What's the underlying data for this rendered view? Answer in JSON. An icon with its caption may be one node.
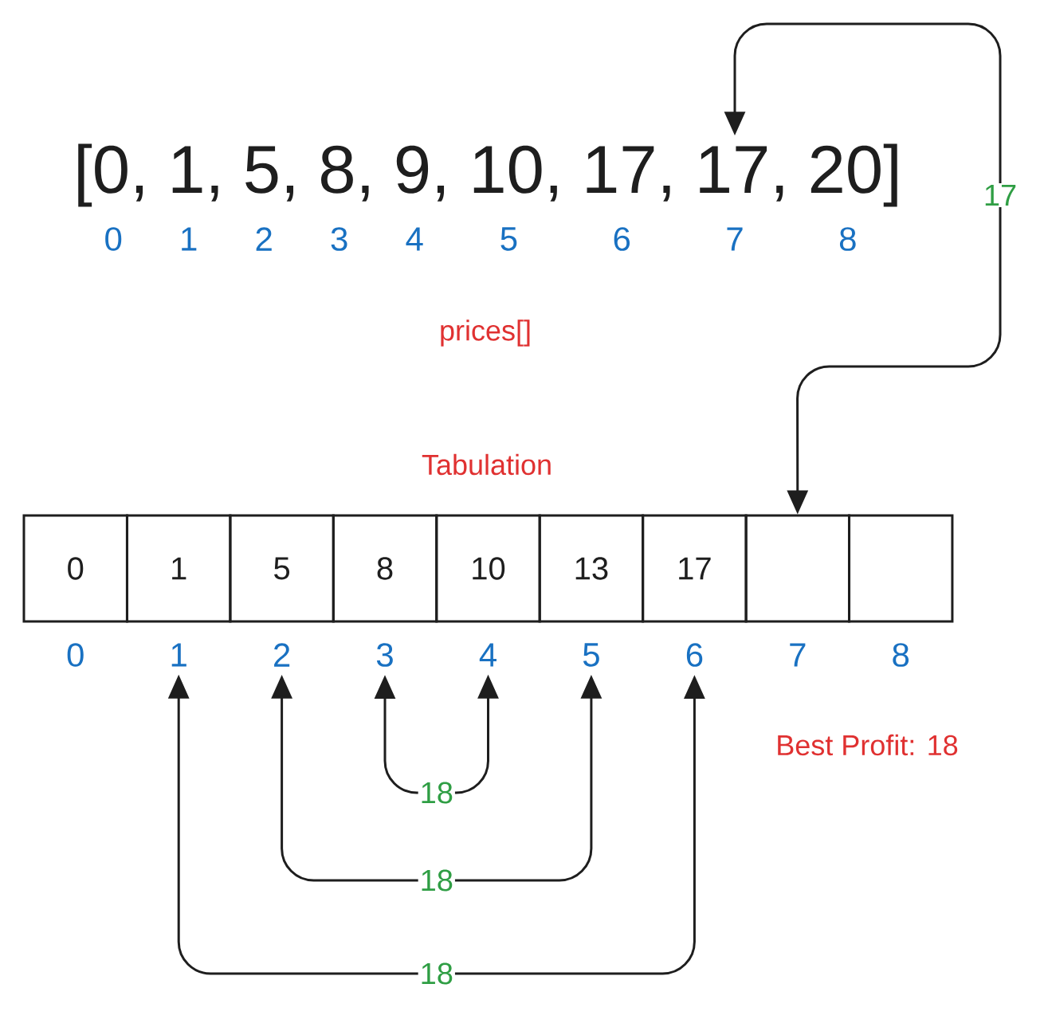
{
  "diagram": {
    "nodes": [
      {
        "text": [
          "[0, 1, 5, 8, 9, 10, 17, 17, 20]"
        ]
      },
      {
        "text": [
          "0"
        ]
      },
      {
        "text": [
          "1"
        ]
      },
      {
        "text": [
          "5"
        ]
      },
      {
        "text": [
          "8"
        ]
      },
      {
        "text": [
          "10"
        ]
      },
      {
        "text": [
          "13"
        ]
      },
      {
        "text": [
          "17"
        ]
      },
      {
        "text": [],
        "shape": "box"
      },
      {
        "text": [],
        "shape": "box"
      },
      {
        "text": [
          "0"
        ]
      },
      {
        "text": [
          "1"
        ]
      },
      {
        "text": [
          "2"
        ]
      },
      {
        "text": [
          "3"
        ]
      },
      {
        "text": [
          "4"
        ]
      },
      {
        "text": [
          "5"
        ]
      },
      {
        "text": [
          "6"
        ]
      },
      {
        "text": [
          "7"
        ]
      },
      {
        "text": [
          "8"
        ]
      }
    ],
    "edges": [
      {
        "from": 0,
        "to": 8,
        "arrow": "both",
        "label": "17"
      },
      {
        "from": 13,
        "to": 14,
        "arrow": "both",
        "label": "18"
      },
      {
        "from": 12,
        "to": 15,
        "arrow": "both",
        "label": "18"
      },
      {
        "from": 11,
        "to": 16,
        "arrow": "both",
        "label": "18"
      }
    ],
    "labels": [
      "0",
      "1",
      "2",
      "3",
      "4",
      "5",
      "6",
      "7",
      "8",
      "prices[]",
      "Tabulation",
      "Best Profit: 18"
    ]
  }
}
